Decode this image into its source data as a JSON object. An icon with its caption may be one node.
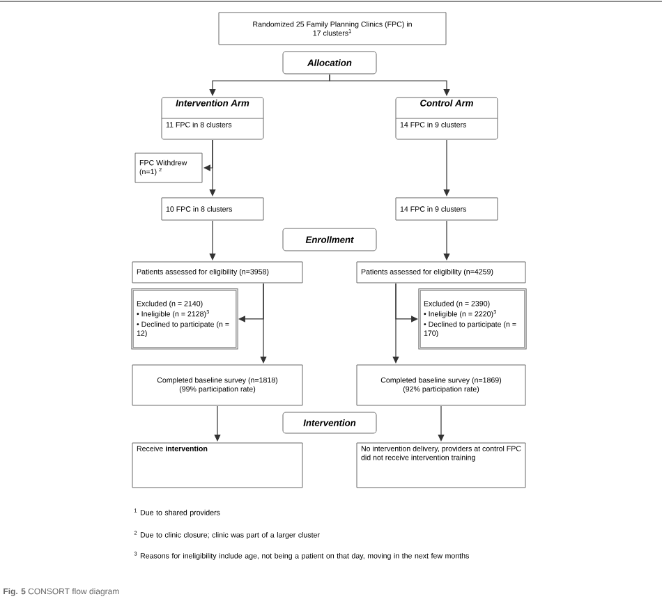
{
  "diagram": {
    "caption": "**Fig. 5** CONSORT flow diagram",
    "nodes": [
      {
        "text": [
          "Randomized 25 Family Planning Clinics (FPC) in 17 clusters$^{1}$"
        ]
      },
      {
        "text": [
          "Allocation"
        ]
      },
      {
        "text": [
          "Intervention Arm",
          "11 FPC in 8 clusters"
        ]
      },
      {
        "text": [
          "Control Arm",
          "14 FPC in 9 clusters"
        ]
      },
      {
        "text": [
          "FPC Withdrew (n=1) $^{2}$"
        ]
      },
      {
        "text": [
          "10 FPC in 8 clusters"
        ]
      },
      {
        "text": [
          "14 FPC in 9 clusters"
        ]
      },
      {
        "text": [
          "Enrollment"
        ]
      },
      {
        "text": [
          "Patients assessed for eligibility (n=3958)"
        ]
      },
      {
        "text": [
          "Patients assessed for eligibility (n=4259)"
        ]
      },
      {
        "text": [
          "Excluded (n = 2140)",
          "• Ineligible (n = 2128)$^{3}$",
          "• Declined to participate (n = 12)"
        ]
      },
      {
        "text": [
          "Excluded (n = 2390)",
          "• Ineligible (n = 2220)$^{3}$",
          "• Declined to participate (n = 170)"
        ]
      },
      {
        "text": [
          "Completed baseline survey (n=1818) (99% participation rate)"
        ]
      },
      {
        "text": [
          "Completed baseline survey (n=1869) (92% participation rate)"
        ]
      },
      {
        "text": [
          "Intervention"
        ]
      },
      {
        "text": [
          "Receive **intervention**"
        ]
      },
      {
        "text": [
          "No intervention delivery, providers at control FPC did not receive intervention training"
        ]
      }
    ],
    "edges": [
      {
        "from": 1,
        "to": 2,
        "arrow": "to"
      },
      {
        "from": 1,
        "to": 3,
        "arrow": "to"
      },
      {
        "from": 2,
        "to": 4,
        "arrow": "to"
      },
      {
        "from": 2,
        "to": 5,
        "arrow": "to"
      },
      {
        "from": 3,
        "to": 6,
        "arrow": "to"
      },
      {
        "from": 5,
        "to": 8,
        "arrow": "to"
      },
      {
        "from": 6,
        "to": 9,
        "arrow": "to"
      },
      {
        "from": 8,
        "to": 10,
        "arrow": "to"
      },
      {
        "from": 8,
        "to": 12,
        "arrow": "to"
      },
      {
        "from": 9,
        "to": 11,
        "arrow": "to"
      },
      {
        "from": 9,
        "to": 13,
        "arrow": "to"
      },
      {
        "from": 12,
        "to": 15,
        "arrow": "to"
      },
      {
        "from": 13,
        "to": 16,
        "arrow": "to"
      }
    ],
    "labels": [
      "$^{1}$ Due to shared providers",
      "$^{2}$ Due to clinic closure; clinic was part of a larger cluster",
      "$^{3}$ Reasons for ineligibility include age, not being a patient on that day, moving in the next few months"
    ]
  }
}
